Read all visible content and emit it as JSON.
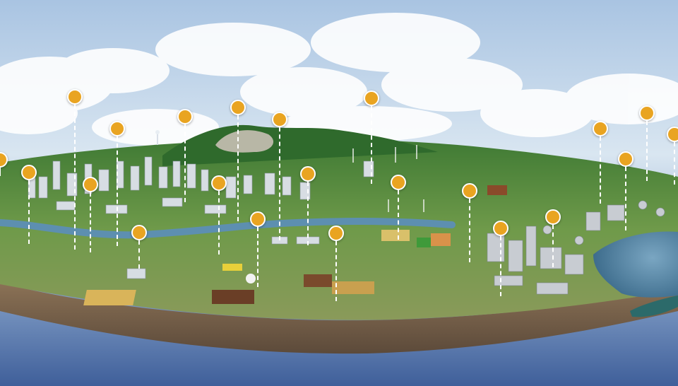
{
  "colors": {
    "pin_fill": "#e9a421",
    "pin_border": "#ffffff",
    "sky_top": "#a9c4e2",
    "sky_bottom": "#3f5f9a",
    "land_green": "#4f8a3a",
    "water": "#5d8fb0",
    "soil": "#7a654f"
  },
  "hotspots": [
    {
      "name": "hotspot-01",
      "icon": "location-pin-icon"
    },
    {
      "name": "hotspot-02",
      "icon": "location-pin-icon"
    },
    {
      "name": "hotspot-03",
      "icon": "location-pin-icon"
    },
    {
      "name": "hotspot-04",
      "icon": "location-pin-icon"
    },
    {
      "name": "hotspot-05",
      "icon": "location-pin-icon"
    },
    {
      "name": "hotspot-06",
      "icon": "location-pin-icon"
    },
    {
      "name": "hotspot-07",
      "icon": "location-pin-icon"
    },
    {
      "name": "hotspot-08",
      "icon": "location-pin-icon"
    },
    {
      "name": "hotspot-09",
      "icon": "location-pin-icon"
    },
    {
      "name": "hotspot-10",
      "icon": "location-pin-icon"
    },
    {
      "name": "hotspot-11",
      "icon": "location-pin-icon"
    },
    {
      "name": "hotspot-12",
      "icon": "location-pin-icon"
    },
    {
      "name": "hotspot-13",
      "icon": "location-pin-icon"
    },
    {
      "name": "hotspot-14",
      "icon": "location-pin-icon"
    },
    {
      "name": "hotspot-15",
      "icon": "location-pin-icon"
    },
    {
      "name": "hotspot-16",
      "icon": "location-pin-icon"
    },
    {
      "name": "hotspot-17",
      "icon": "location-pin-icon"
    },
    {
      "name": "hotspot-18",
      "icon": "location-pin-icon"
    },
    {
      "name": "hotspot-19",
      "icon": "location-pin-icon"
    },
    {
      "name": "hotspot-20",
      "icon": "location-pin-icon"
    },
    {
      "name": "hotspot-21",
      "icon": "location-pin-icon"
    },
    {
      "name": "hotspot-22",
      "icon": "location-pin-icon"
    },
    {
      "name": "hotspot-23",
      "icon": "location-pin-icon"
    },
    {
      "name": "hotspot-24",
      "icon": "location-pin-icon"
    }
  ]
}
